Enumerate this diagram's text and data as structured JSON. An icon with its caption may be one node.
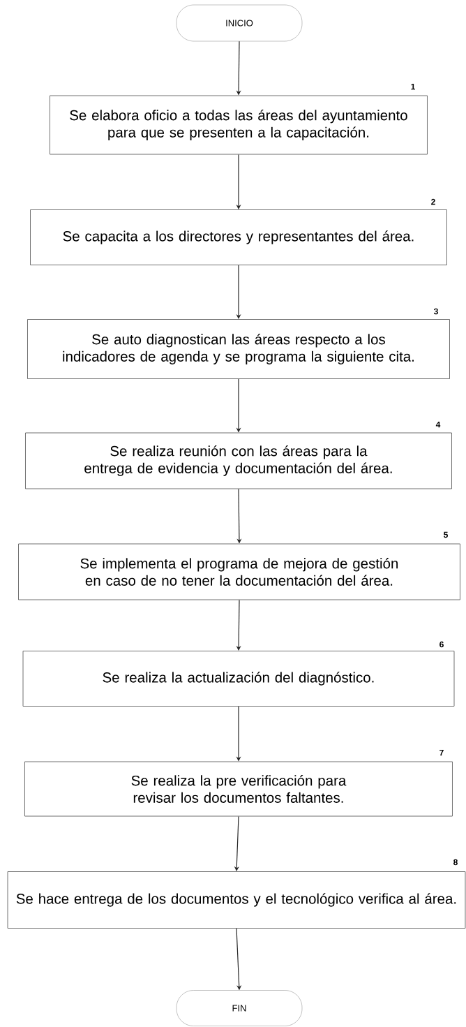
{
  "diagram": {
    "nodes": [
      {
        "text": [
          "INICIO"
        ]
      },
      {
        "text": [
          "Se elabora oficio a todas las áreas del ayuntamiento para que se presenten a la capacitación."
        ],
        "beside": [
          "1"
        ]
      },
      {
        "text": [
          "Se capacita a los directores y representantes del área."
        ],
        "beside": [
          "2"
        ]
      },
      {
        "text": [
          "Se auto diagnostican las áreas respecto a los indicadores de agenda y se programa la siguiente cita."
        ],
        "beside": [
          "3"
        ]
      },
      {
        "text": [
          "Se realiza reunión con las áreas para la entrega de evidencia y documentación del área."
        ],
        "beside": [
          "4"
        ]
      },
      {
        "text": [
          "Se implementa el programa de mejora de gestión en caso de no tener la documentación del área."
        ],
        "beside": [
          "5"
        ]
      },
      {
        "text": [
          "Se realiza la actualización del diagnóstico."
        ],
        "beside": [
          "6"
        ]
      },
      {
        "text": [
          "Se realiza la pre verificación para revisar los documentos faltantes."
        ],
        "beside": [
          "7"
        ]
      },
      {
        "text": [
          "Se hace entrega de los documentos y el tecnológico verifica al área."
        ],
        "beside": [
          "8"
        ]
      },
      {
        "text": [
          "FIN"
        ]
      }
    ],
    "edges": [
      {
        "from": 0,
        "to": 1,
        "arrow": "to"
      },
      {
        "from": 1,
        "to": 2,
        "arrow": "to"
      },
      {
        "from": 2,
        "to": 3,
        "arrow": "to"
      },
      {
        "from": 3,
        "to": 4,
        "arrow": "to"
      },
      {
        "from": 4,
        "to": 5,
        "arrow": "to"
      },
      {
        "from": 5,
        "to": 6,
        "arrow": "to"
      },
      {
        "from": 6,
        "to": 7,
        "arrow": "to"
      },
      {
        "from": 7,
        "to": 8,
        "arrow": "to"
      },
      {
        "from": 8,
        "to": 9,
        "arrow": "to"
      }
    ]
  }
}
